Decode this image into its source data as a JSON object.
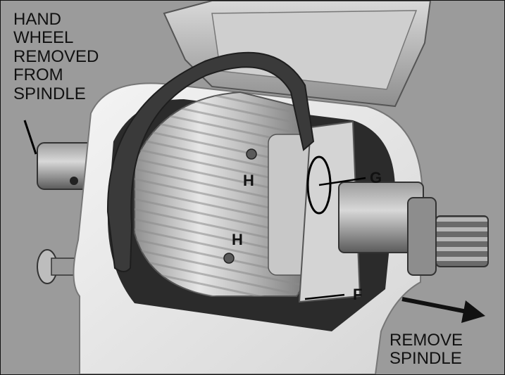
{
  "captions": {
    "hand_wheel": [
      "HAND",
      "WHEEL",
      "REMOVED",
      "FROM",
      "SPINDLE"
    ],
    "remove_spindle": [
      "REMOVE",
      "SPINDLE"
    ]
  },
  "callouts": {
    "g": "G",
    "h_upper": "H",
    "h_lower": "H",
    "f": "F"
  },
  "colors": {
    "background": "#9a9a9a",
    "housing": "#e9e9e9",
    "metal": "#cfcfcf",
    "belt": "#3a3a3a",
    "ink": "#111111"
  }
}
